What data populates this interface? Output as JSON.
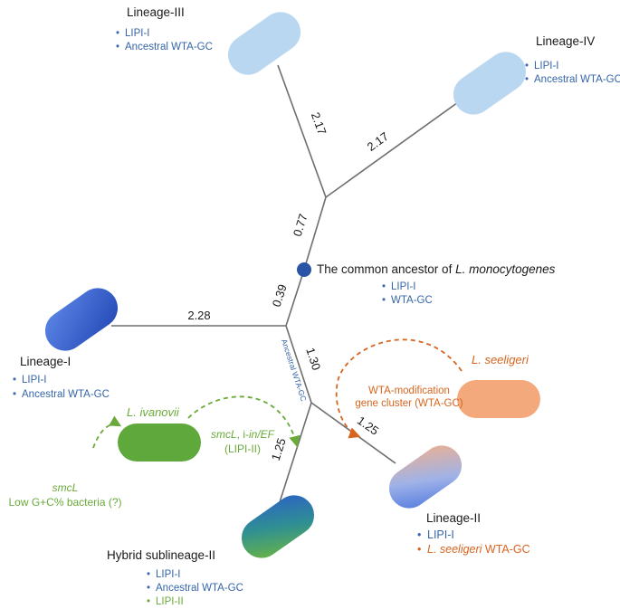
{
  "colors": {
    "tree_line": "#6e6e6e",
    "text_dark": "#1a1a1a",
    "blue_text": "#3565a8",
    "green_text": "#6aaa3a",
    "orange_text": "#d6651f",
    "bullet_blue": "#3b68b0",
    "lineage_light_blue": "#b9d7f0",
    "lineage_i_blue": "#2f5fcf",
    "ivanovii_green": "#5fa83c",
    "seeligeri_orange": "#f3a97b",
    "ancestor_node": "#2a55a6"
  },
  "branches": {
    "lineage3": "2.17",
    "lineage4": "2.17",
    "internal_upper": "0.77",
    "internal_lower": "0.39",
    "lineage1": "2.28",
    "to_lineage2_node": "1.30",
    "lineage2": "1.25",
    "hybrid": "1.25",
    "wta_gc_note": "Ancestral WTA-GC"
  },
  "ancestor": {
    "title_prefix": "The common ancestor of ",
    "title_species": "L. monocytogenes",
    "items": [
      "LIPI-I",
      "WTA-GC"
    ]
  },
  "lineage3": {
    "name": "Lineage-III",
    "items": [
      "LIPI-I",
      "Ancestral WTA-GC"
    ]
  },
  "lineage4": {
    "name": "Lineage-IV",
    "items": [
      "LIPI-I",
      "Ancestral WTA-GC"
    ]
  },
  "lineage1": {
    "name": "Lineage-I",
    "items": [
      "LIPI-I",
      "Ancestral WTA-GC"
    ]
  },
  "lineage2": {
    "name": "Lineage-II",
    "item1": "LIPI-I",
    "item2_species": "L. seeligeri",
    "item2_rest": " WTA-GC"
  },
  "hybrid": {
    "name": "Hybrid sublineage-II",
    "items": [
      "LIPI-I",
      "Ancestral WTA-GC",
      "LIPI-II"
    ]
  },
  "ivanovii": {
    "name": "L. ivanovii",
    "transfer_line1_a": "smcL",
    "transfer_line1_b": ", i-",
    "transfer_line1_c": "in/EF",
    "transfer_line2": "(LIPI-II)",
    "source_line1": "smcL",
    "source_line2": "Low G+C% bacteria (?)"
  },
  "seeligeri": {
    "name": "L. seeligeri",
    "transfer_line1": "WTA-modification",
    "transfer_line2": "gene cluster (WTA-GC)"
  },
  "bullet": "•"
}
